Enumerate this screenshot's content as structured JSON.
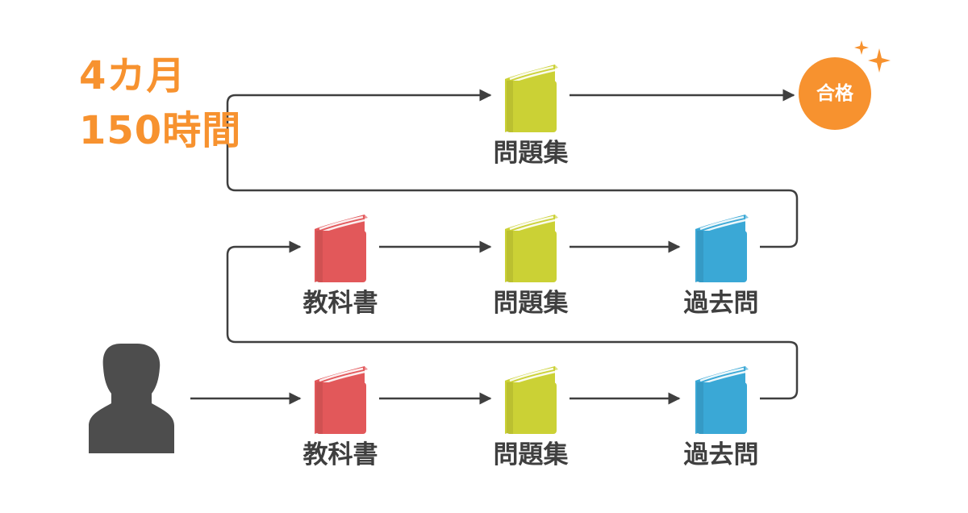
{
  "headline": {
    "duration": "4カ月",
    "hours": "150時間"
  },
  "goal": {
    "label": "合格",
    "color": "#f7922f",
    "icon": "sparkle-icon"
  },
  "rows": [
    {
      "steps": [
        {
          "label": "問題集",
          "book_color": "#cbd135"
        }
      ]
    },
    {
      "steps": [
        {
          "label": "教科書",
          "book_color": "#e2585a"
        },
        {
          "label": "問題集",
          "book_color": "#cbd135"
        },
        {
          "label": "過去問",
          "book_color": "#3aa8d6"
        }
      ]
    },
    {
      "steps": [
        {
          "label": "教科書",
          "book_color": "#e2585a"
        },
        {
          "label": "問題集",
          "book_color": "#cbd135"
        },
        {
          "label": "過去問",
          "book_color": "#3aa8d6"
        }
      ]
    }
  ],
  "colors": {
    "arrow": "#3f3f3f",
    "person": "#4d4d4d",
    "text": "#3f3f3f"
  }
}
